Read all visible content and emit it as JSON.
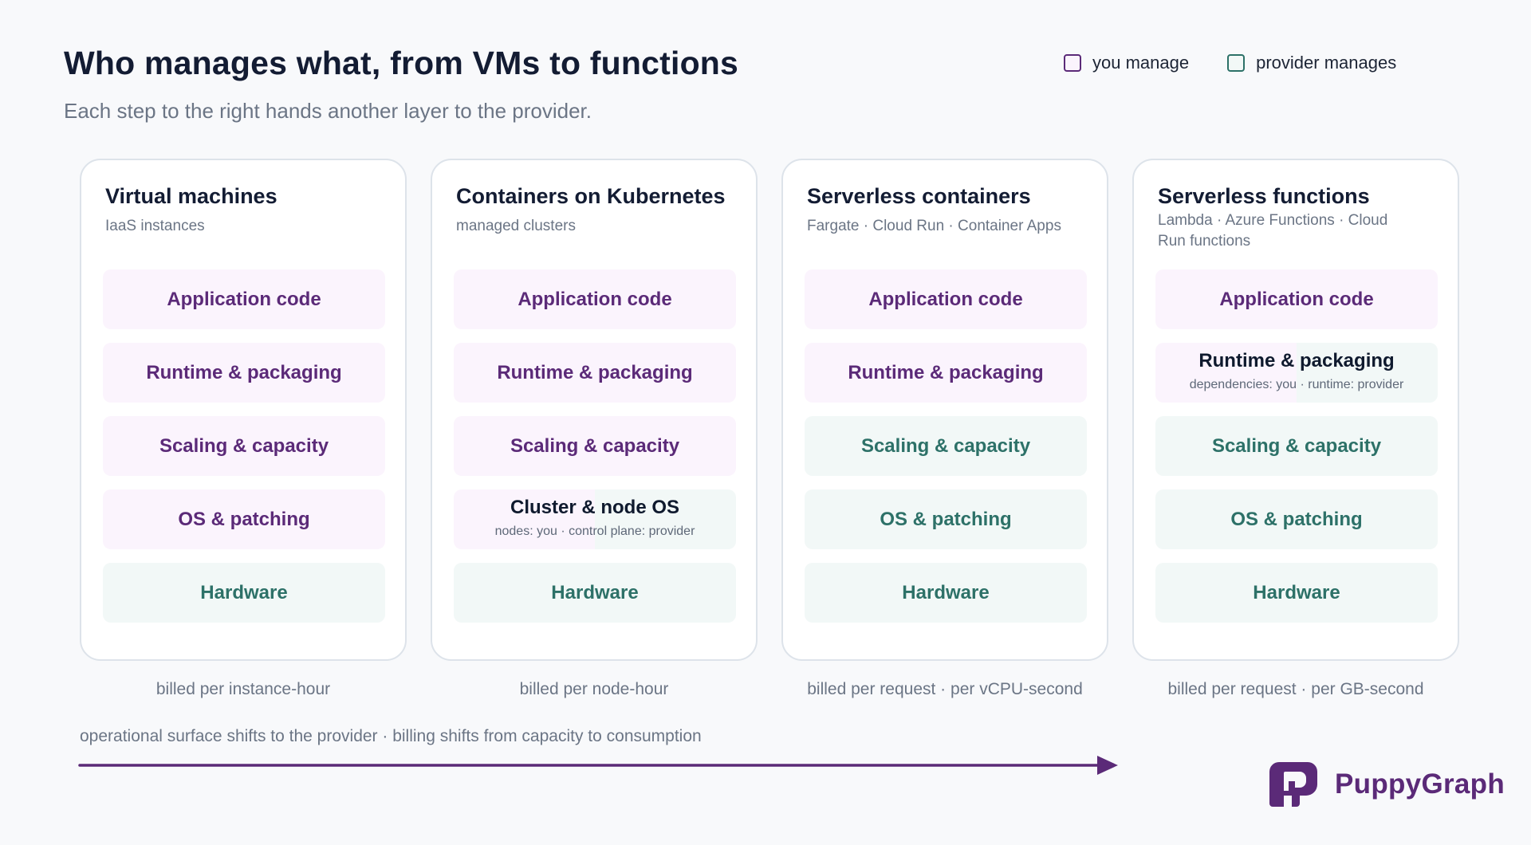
{
  "header": {
    "title": "Who manages what, from VMs to functions",
    "subtitle": "Each step to the right hands another layer to the provider."
  },
  "legend": {
    "you_manage": "you manage",
    "provider_manages": "provider manages"
  },
  "colors": {
    "you_manage": "#5b2a78",
    "you_manage_fill": "#fbf4fd",
    "provider_manages": "#2d7168",
    "provider_manages_fill": "#f2f8f7"
  },
  "columns": [
    {
      "title": "Virtual machines",
      "subtitle": "IaaS instances",
      "billing": "billed per instance-hour",
      "layers": [
        {
          "label": "Application code",
          "owner": "you"
        },
        {
          "label": "Runtime & packaging",
          "owner": "you"
        },
        {
          "label": "Scaling & capacity",
          "owner": "you"
        },
        {
          "label": "OS & patching",
          "owner": "you"
        },
        {
          "label": "Hardware",
          "owner": "provider"
        }
      ]
    },
    {
      "title": "Containers on Kubernetes",
      "subtitle": "managed clusters",
      "billing": "billed per node-hour",
      "layers": [
        {
          "label": "Application code",
          "owner": "you"
        },
        {
          "label": "Runtime & packaging",
          "owner": "you"
        },
        {
          "label": "Scaling & capacity",
          "owner": "you"
        },
        {
          "label": "Cluster & node OS",
          "owner": "shared",
          "note": "nodes: you · control plane: provider"
        },
        {
          "label": "Hardware",
          "owner": "provider"
        }
      ]
    },
    {
      "title": "Serverless containers",
      "subtitle": "Fargate · Cloud Run · Container Apps",
      "billing": "billed per request · per vCPU-second",
      "layers": [
        {
          "label": "Application code",
          "owner": "you"
        },
        {
          "label": "Runtime & packaging",
          "owner": "you"
        },
        {
          "label": "Scaling & capacity",
          "owner": "provider"
        },
        {
          "label": "OS & patching",
          "owner": "provider"
        },
        {
          "label": "Hardware",
          "owner": "provider"
        }
      ]
    },
    {
      "title": "Serverless functions",
      "subtitle": "Lambda · Azure Functions · Cloud Run functions",
      "billing": "billed per request · per GB-second",
      "layers": [
        {
          "label": "Application code",
          "owner": "you"
        },
        {
          "label": "Runtime & packaging",
          "owner": "shared",
          "note": "dependencies: you · runtime: provider"
        },
        {
          "label": "Scaling & capacity",
          "owner": "provider"
        },
        {
          "label": "OS & patching",
          "owner": "provider"
        },
        {
          "label": "Hardware",
          "owner": "provider"
        }
      ]
    }
  ],
  "axis": {
    "label": "operational surface shifts to the provider · billing shifts from capacity to consumption"
  },
  "brand": {
    "name": "PuppyGraph"
  }
}
